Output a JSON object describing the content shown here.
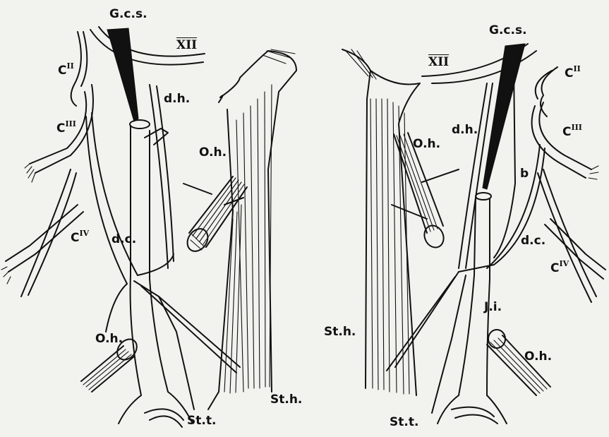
{
  "left_panel": {
    "gcs": "G.c.s.",
    "xii": "XII",
    "c2_base": "C",
    "c2_sup": "II",
    "c3_base": "C",
    "c3_sup": "III",
    "c4_base": "C",
    "c4_sup": "IV",
    "dh": "d.h.",
    "oh_upper": "O.h.",
    "dc": "d.c.",
    "oh_lower": "O.h.",
    "stt": "St.t.",
    "sth": "St.h."
  },
  "right_panel": {
    "gcs": "G.c.s.",
    "xii": "XII",
    "c2_base": "C",
    "c2_sup": "II",
    "c3_base": "C",
    "c3_sup": "III",
    "c4_base": "C",
    "c4_sup": "IV",
    "dh": "d.h.",
    "oh_upper": "O.h.",
    "b": "b",
    "dc": "d.c.",
    "ji": "J.i.",
    "sth": "St.h.",
    "oh_lower": "O.h.",
    "stt": "St.t."
  }
}
